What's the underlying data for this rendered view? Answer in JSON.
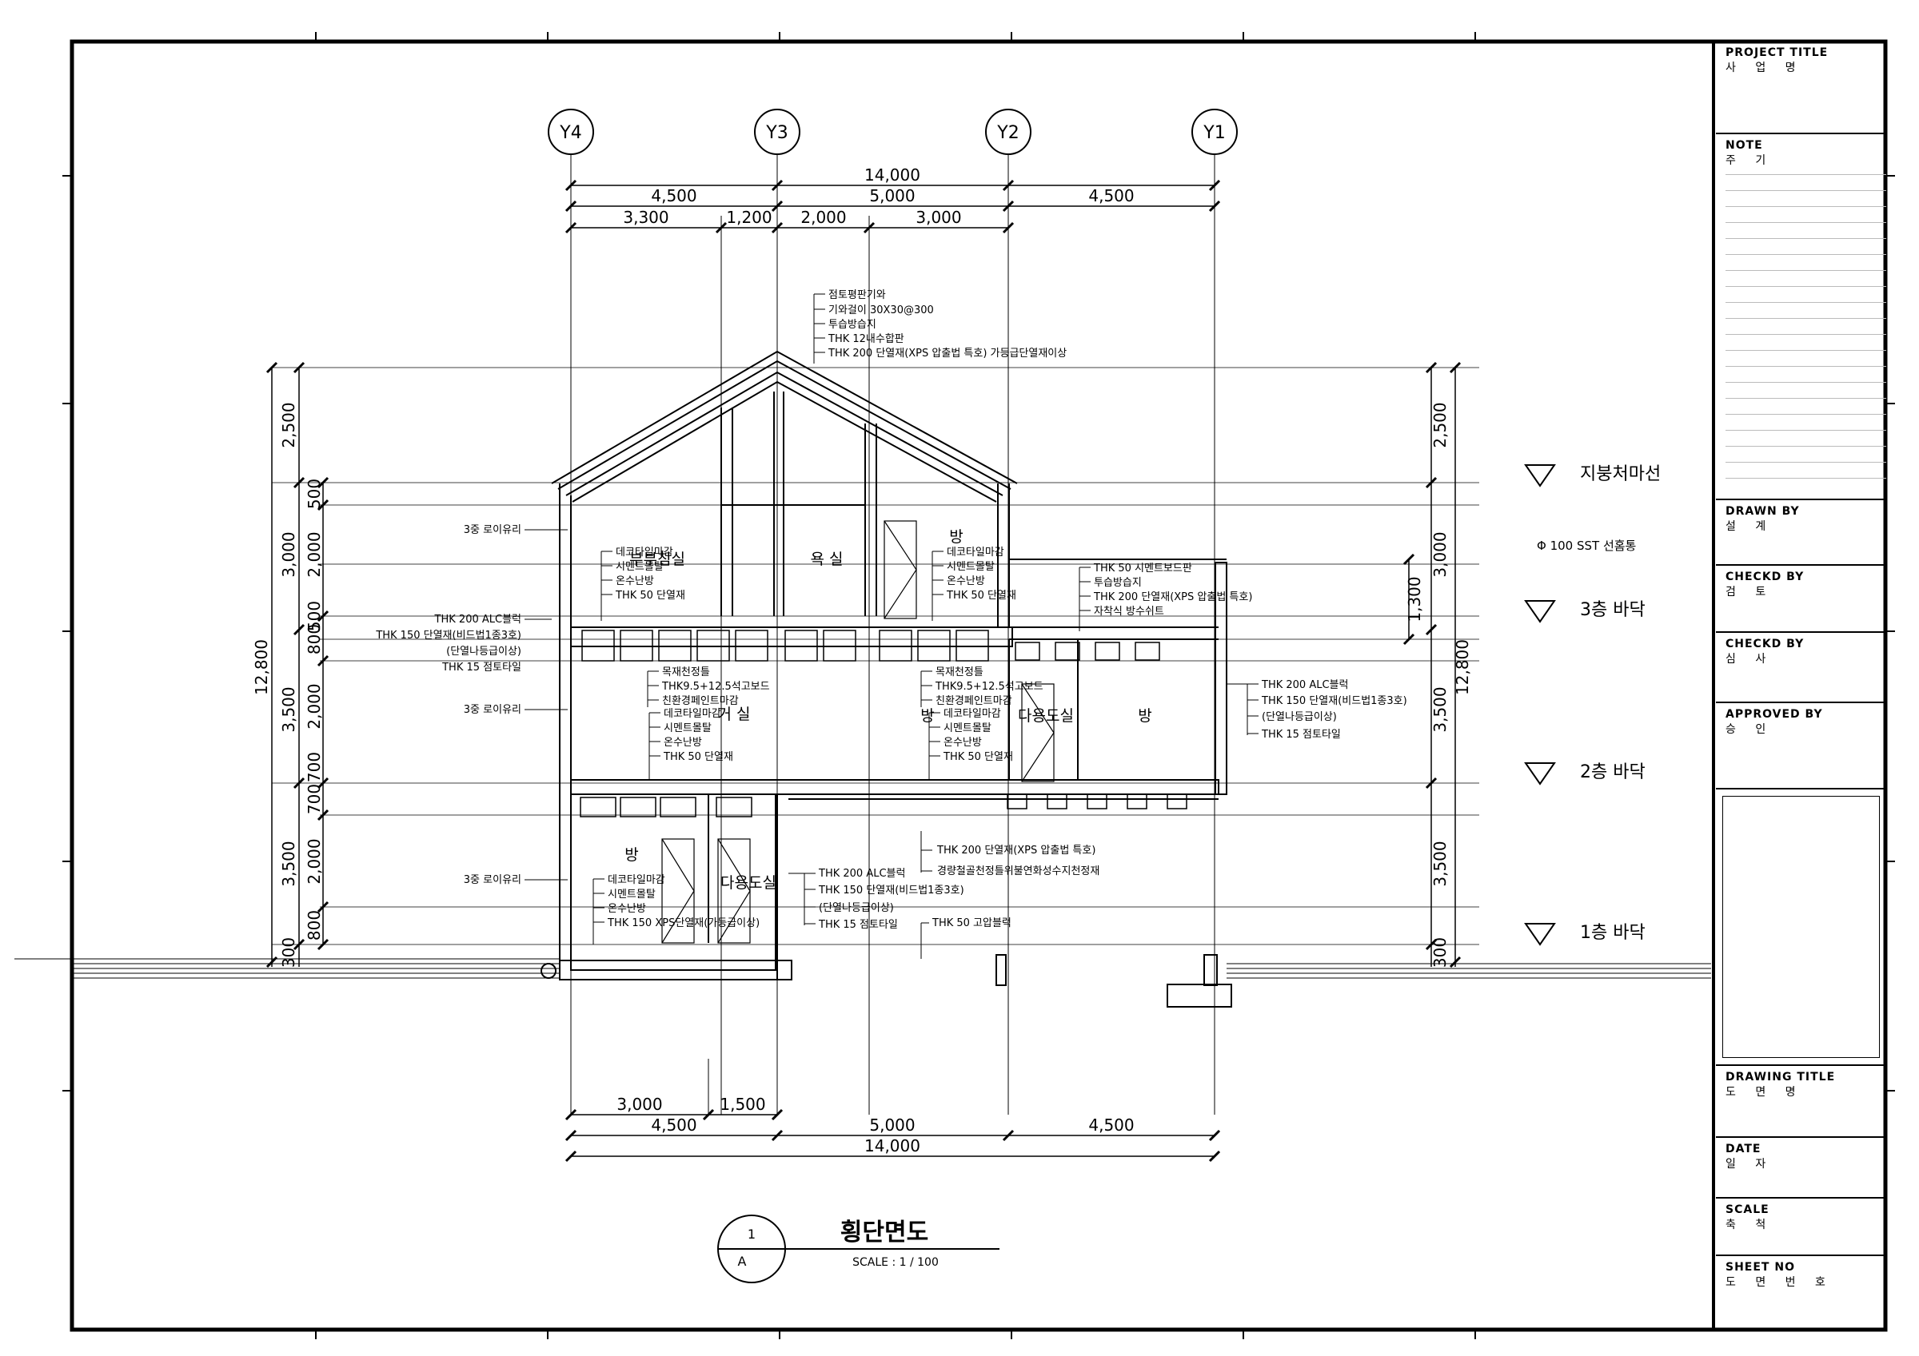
{
  "drawing": {
    "grid_labels": [
      "Y4",
      "Y3",
      "Y2",
      "Y1"
    ],
    "dims_top": {
      "total": "14,000",
      "spans": [
        "4,500",
        "5,000",
        "4,500"
      ],
      "sub": [
        "3,300",
        "1,200",
        "2,000",
        "3,000"
      ]
    },
    "dims_bottom": {
      "sub": [
        "3,000",
        "1,500"
      ],
      "spans": [
        "4,500",
        "5,000",
        "4,500"
      ],
      "total": "14,000"
    },
    "dims_left": {
      "total": "12,800",
      "segments": [
        "2,500",
        "3,000",
        "3,500",
        "3,500",
        "300"
      ],
      "inner": [
        "500",
        "2,000",
        "500",
        "800",
        "2,000",
        "700",
        "700",
        "2,000",
        "800"
      ]
    },
    "dims_right": {
      "total": "12,800",
      "segments": [
        "2,500",
        "3,000",
        "3,500",
        "3,500",
        "300"
      ],
      "inner": [
        "1,300"
      ]
    },
    "levels": [
      "지붕처마선",
      "3층 바닥",
      "2층 바닥",
      "1층 바닥"
    ],
    "pipe_note": "Φ 100 SST 선홈통",
    "rooms": [
      "부부침실",
      "욕 실",
      "방",
      "거 실",
      "방",
      "다용도실",
      "방",
      "방",
      "다용도실"
    ],
    "roof_notes": [
      "점토평판기와",
      "기와걸이 30X30@300",
      "투습방습지",
      "THK 12내수합판",
      "THK 200 단열재(XPS 압출법 특호)  가등급단열재이상"
    ],
    "wall_notes_left": [
      "3중 로이유리",
      "THK 200 ALC블럭",
      "THK 150 단열재(비드법1종3호)",
      "(단열나등급이상)",
      "THK 15 점토타일",
      "3중 로이유리",
      "3중 로이유리"
    ],
    "floor3_notes_left": [
      "데코타일마감",
      "시멘트몰탈",
      "온수난방",
      "THK 50 단열재"
    ],
    "floor3_notes_right": [
      "데코타일마감",
      "시멘트몰탈",
      "온수난방",
      "THK 50 단열재"
    ],
    "ceiling2_notes_left": [
      "목재천정틀",
      "THK9.5+12.5석고보드",
      "친환경페인트마감"
    ],
    "ceiling2_notes_right": [
      "목재천정틀",
      "THK9.5+12.5석고보드",
      "친환경페인트마감"
    ],
    "floor2_notes_left": [
      "데코타일마감",
      "시멘트몰탈",
      "온수난방",
      "THK 50 단열재"
    ],
    "floor2_notes_right": [
      "데코타일마감",
      "시멘트몰탈",
      "온수난방",
      "THK 50 단열재"
    ],
    "terrace_notes": [
      "THK 50 시멘트보드판",
      "투습방습지",
      "THK 200 단열재(XPS 압출법 특호)",
      "자착식 방수쉬트"
    ],
    "wall_notes_right": [
      "THK 200 ALC블럭",
      "THK 150 단열재(비드법1종3호)",
      "(단열나등급이상)",
      "THK 15 점토타일"
    ],
    "floor1_notes": [
      "데코타일마감",
      "시멘트몰탈",
      "온수난방",
      "THK 150 XPS단열재(가등급이상)"
    ],
    "wall1_notes": [
      "THK 200 ALC블럭",
      "THK 150 단열재(비드법1종3호)",
      "(단열나등급이상)",
      "THK 15 점토타일"
    ],
    "pilotis_notes": [
      "THK 200 단열재(XPS 압출법 특호)",
      "경량철골천정틀위불연화성수지천정재"
    ],
    "slab_note": "THK 50 고압블럭",
    "title": "횡단면도",
    "scale": "SCALE : 1 / 100",
    "callout_num": "1",
    "callout_sheet": "A"
  },
  "title_block": {
    "project_title": {
      "en": "PROJECT  TITLE",
      "ko": "사 업 명"
    },
    "note": {
      "en": "NOTE",
      "ko": "주 기"
    },
    "drawn_by": {
      "en": "DRAWN  BY",
      "ko": "설 계"
    },
    "checked_by_1": {
      "en": "CHECKD  BY",
      "ko": "검 토"
    },
    "checked_by_2": {
      "en": "CHECKD  BY",
      "ko": "심 사"
    },
    "approved_by": {
      "en": "APPROVED  BY",
      "ko": "승 인"
    },
    "drawing_title": {
      "en": "DRAWING  TITLE",
      "ko": "도 면 명"
    },
    "date": {
      "en": "DATE",
      "ko": "일 자"
    },
    "scale": {
      "en": "SCALE",
      "ko": "축 척"
    },
    "sheet_no": {
      "en": "SHEET  NO",
      "ko": "도 면 번 호"
    }
  }
}
